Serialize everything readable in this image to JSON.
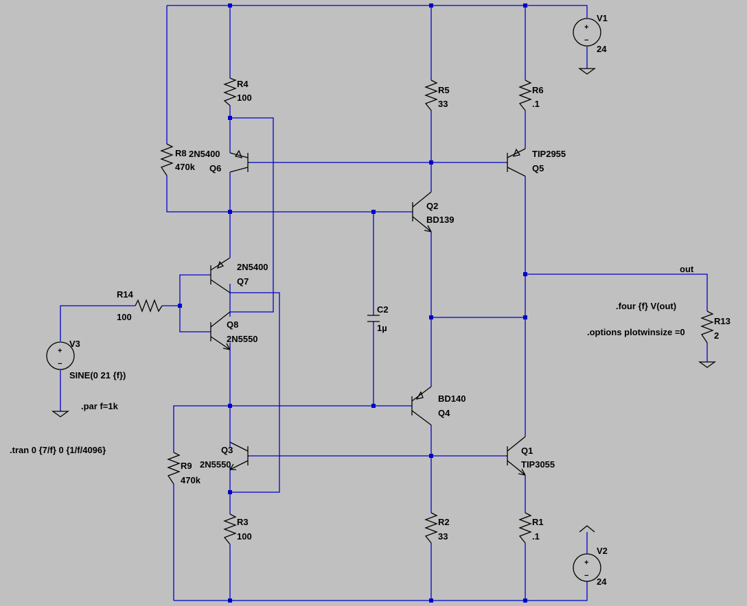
{
  "colors": {
    "background": "#c0c0c0",
    "wire": "#0000cc",
    "component": "#000000"
  },
  "components": {
    "V1": {
      "name": "V1",
      "value": "24"
    },
    "V2": {
      "name": "V2",
      "value": "24"
    },
    "V3": {
      "name": "V3",
      "value": "SINE(0 21 {f})"
    },
    "R1": {
      "name": "R1",
      "value": ".1"
    },
    "R2": {
      "name": "R2",
      "value": "33"
    },
    "R3": {
      "name": "R3",
      "value": "100"
    },
    "R4": {
      "name": "R4",
      "value": "100"
    },
    "R5": {
      "name": "R5",
      "value": "33"
    },
    "R6": {
      "name": "R6",
      "value": ".1"
    },
    "R8": {
      "name": "R8",
      "value": "470k"
    },
    "R9": {
      "name": "R9",
      "value": "470k"
    },
    "R13": {
      "name": "R13",
      "value": "2"
    },
    "R14": {
      "name": "R14",
      "value": "100"
    },
    "C2": {
      "name": "C2",
      "value": "1µ"
    },
    "Q1": {
      "name": "Q1",
      "model": "TIP3055"
    },
    "Q2": {
      "name": "Q2",
      "model": "BD139"
    },
    "Q3": {
      "name": "Q3",
      "model": "2N5550"
    },
    "Q4": {
      "name": "Q4",
      "model": "BD140"
    },
    "Q5": {
      "name": "Q5",
      "model": "TIP2955"
    },
    "Q6": {
      "name": "Q6",
      "model": "2N5400"
    },
    "Q7": {
      "name": "Q7",
      "model": "2N5400"
    },
    "Q8": {
      "name": "Q8",
      "model": "2N5550"
    }
  },
  "net_labels": {
    "out": "out"
  },
  "directives": {
    "four": ".four {f} V(out)",
    "options": ".options plotwinsize =0",
    "par": ".par f=1k",
    "tran": ".tran 0 {7/f} 0 {1/f/4096}"
  },
  "symbols": {
    "plus": "+",
    "minus": "−"
  },
  "icons": [
    "ground-icon",
    "supply-arrow-icon",
    "voltage-source-icon",
    "resistor-icon",
    "capacitor-icon",
    "npn-transistor-icon",
    "pnp-transistor-icon"
  ]
}
